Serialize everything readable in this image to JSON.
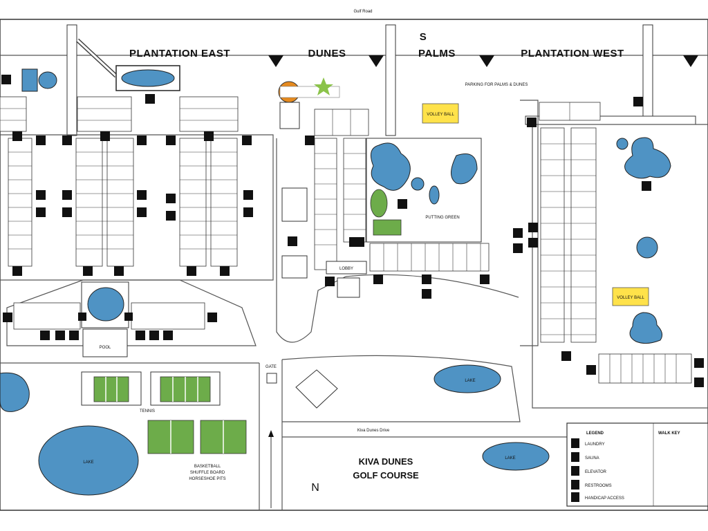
{
  "top_road": "Gulf Road",
  "sections": {
    "plantation_east": "PLANTATION EAST",
    "dunes": "DUNES",
    "palms": "PALMS",
    "plantation_west": "PLANTATION WEST"
  },
  "compass_s": "S",
  "compass_n": "N",
  "banner_text": "PARKING FOR PALMS & DUNES",
  "pool_label": "POOL",
  "putting_green": "PUTTING GREEN",
  "volley_ball": "VOLLEY BALL",
  "lobby": "LOBBY",
  "tennis": "TENNIS",
  "basketball_lines": [
    "BASKETBALL",
    "SHUFFLE BOARD",
    "HORSESHOE PITS"
  ],
  "lake": "LAKE",
  "kiva_dunes_road": "Kiva Dunes Drive",
  "golf_course_lines": [
    "KIVA DUNES",
    "GOLF COURSE"
  ],
  "gate": "GATE",
  "legend": {
    "title": "LEGEND",
    "items": [
      "LAUNDRY",
      "SAUNA",
      "ELEVATOR",
      "RESTROOMS",
      "HANDICAP ACCESS"
    ],
    "right_title": "WALK KEY"
  }
}
